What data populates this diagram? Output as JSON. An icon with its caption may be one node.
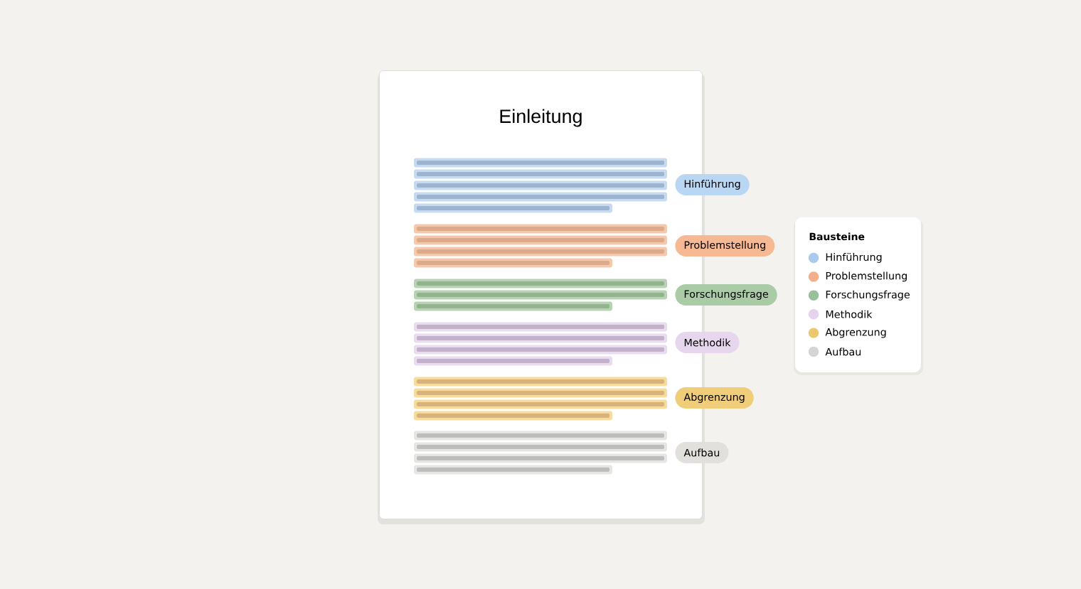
{
  "diagram": {
    "nodes": [
      {
        "text": [
          "Einleitung"
        ]
      },
      {
        "text": [
          "Hinführung"
        ]
      },
      {
        "text": [
          "Problemstellung"
        ]
      },
      {
        "text": [
          "Forschungsfrage"
        ]
      },
      {
        "text": [
          "Methodik"
        ]
      },
      {
        "text": [
          "Abgrenzung"
        ]
      },
      {
        "text": [
          "Aufbau"
        ]
      }
    ],
    "labels": [
      "Bausteine"
    ],
    "legend": [
      {
        "text": "Hinführung",
        "color": "#a9c9ee"
      },
      {
        "text": "Problemstellung",
        "color": "#f4ae8a"
      },
      {
        "text": "Forschungsfrage",
        "color": "#97c19a"
      },
      {
        "text": "Methodik",
        "color": "#e6d3ee"
      },
      {
        "text": "Abgrenzung",
        "color": "#ebc86e"
      },
      {
        "text": "Aufbau",
        "color": "#d5d4d2"
      }
    ]
  }
}
